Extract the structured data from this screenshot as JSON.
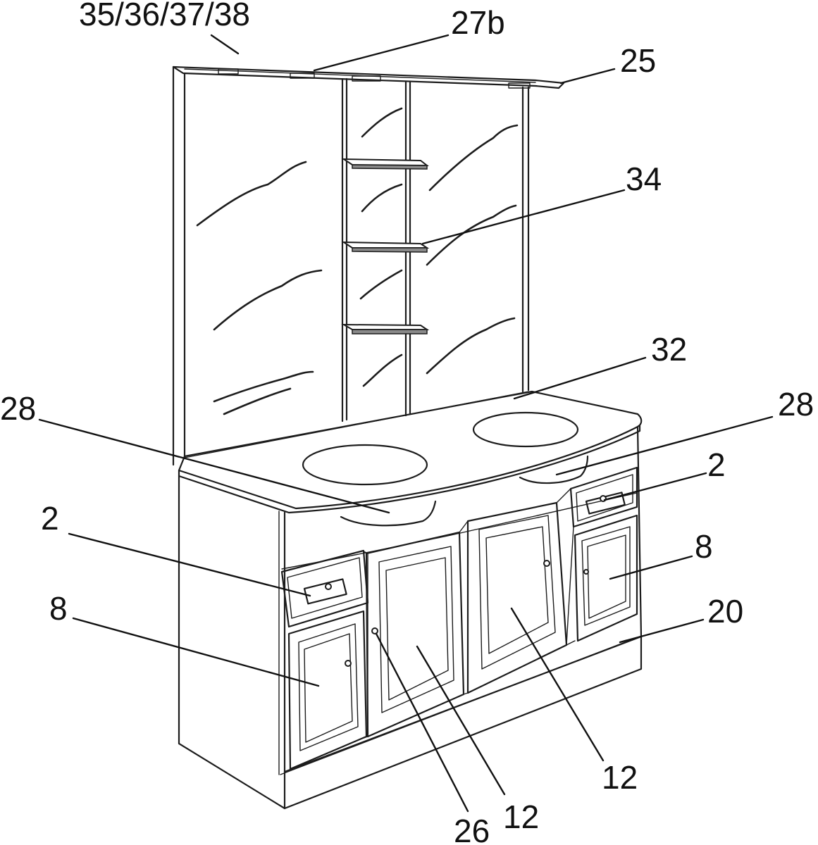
{
  "labels": {
    "l_35_38": "35/36/37/38",
    "l_27b": "27b",
    "l_25": "25",
    "l_34": "34",
    "l_32": "32",
    "l_28_left": "28",
    "l_28_right": "28",
    "l_2_right": "2",
    "l_2_left": "2",
    "l_8_right": "8",
    "l_8_left": "8",
    "l_20": "20",
    "l_12_center": "12",
    "l_12_bottom": "12",
    "l_26": "26"
  },
  "colors": {
    "line": "#1c1c1c",
    "shelf_edge": "#8a8a8a",
    "background": "#ffffff"
  }
}
